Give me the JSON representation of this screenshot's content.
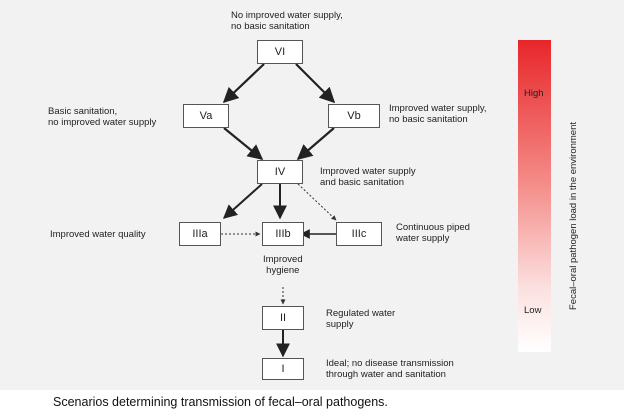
{
  "nodes": {
    "vi": {
      "label": "VI",
      "desc": "No improved water supply,\nno basic sanitation"
    },
    "va": {
      "label": "Va",
      "desc": "Basic sanitation,\nno improved water supply"
    },
    "vb": {
      "label": "Vb",
      "desc": "Improved water supply,\nno basic sanitation"
    },
    "iv": {
      "label": "IV",
      "desc": "Improved water supply\nand basic sanitation"
    },
    "iiia": {
      "label": "IIIa",
      "desc": "Improved water quality"
    },
    "iiib": {
      "label": "IIIb",
      "desc": "Improved\nhygiene"
    },
    "iiic": {
      "label": "IIIc",
      "desc": "Continuous piped\nwater supply"
    },
    "ii": {
      "label": "II",
      "desc": "Regulated water\nsupply"
    },
    "i": {
      "label": "I",
      "desc": "Ideal; no disease transmission\nthrough water and sanitation"
    }
  },
  "gauge": {
    "high": "High",
    "low": "Low",
    "axis_label": "Fecal–oral pathogen load in the environment",
    "colors": {
      "top": "#e8262a",
      "bottom": "#ffffff"
    }
  },
  "caption": "Scenarios determining transmission of fecal–oral pathogens."
}
